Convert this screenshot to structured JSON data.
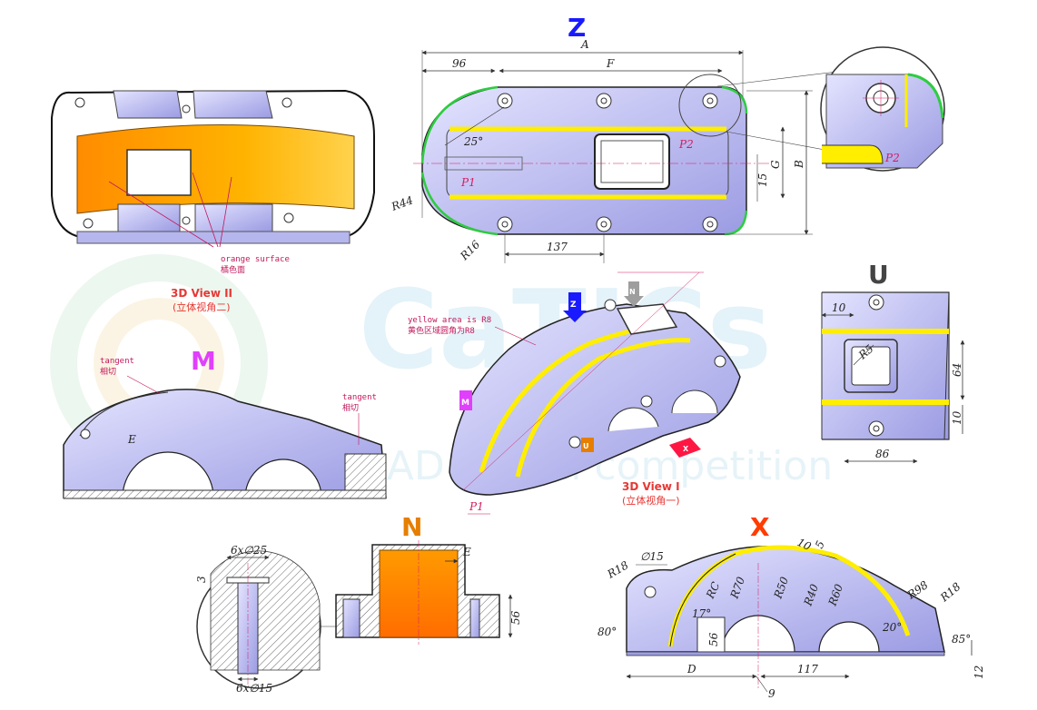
{
  "watermark": {
    "brand": "CaTICs",
    "subtitle": "CAD digital competition"
  },
  "views": {
    "z": {
      "letter": "Z",
      "color": "#1a1aff"
    },
    "u": {
      "letter": "U",
      "color": "#555555"
    },
    "m": {
      "letter": "M",
      "color": "#e040fb"
    },
    "n": {
      "letter": "N",
      "color": "#e67e00"
    },
    "x": {
      "letter": "X",
      "color": "#ff3d00"
    }
  },
  "view3d_2": {
    "title": "3D View II",
    "subtitle": "(立体视角二)",
    "note_en": "orange surface",
    "note_cn": "橘色面"
  },
  "view3d_1": {
    "title": "3D View I",
    "subtitle": "(立体视角一)",
    "note_en": "yellow area is R8",
    "note_cn": "黄色区域圆角为R8",
    "label_p1": "P1",
    "arrow_labels": [
      "Z",
      "N",
      "M",
      "U",
      "X"
    ]
  },
  "z_view": {
    "dims": {
      "a": "A",
      "d96": "96",
      "f": "F",
      "ang25": "25°",
      "p1": "P1",
      "p2": "P2",
      "r44": "R44",
      "r16": "R16",
      "d137": "137",
      "d15": "15",
      "g": "G",
      "b": "B"
    },
    "detail": {
      "p2": "P2"
    }
  },
  "u_view": {
    "dims": {
      "d10a": "10",
      "r5": "R5",
      "d64": "64",
      "d10b": "10",
      "d86": "86"
    }
  },
  "m_view": {
    "tangent_en_1": "tangent",
    "tangent_cn_1": "相切",
    "tangent_en_2": "tangent",
    "tangent_cn_2": "相切",
    "e": "E"
  },
  "n_view": {
    "holes_top": "6x∅25",
    "holes_bot": "6x∅15",
    "d3": "3",
    "e": "E",
    "d56": "56"
  },
  "x_view": {
    "dims": {
      "phi15": "∅15",
      "r18a": "R18",
      "rc": "RC",
      "r70": "R70",
      "r50": "R50",
      "r40": "R40",
      "r60": "R60",
      "d10": "10",
      "d5": "5",
      "r98": "R98",
      "r18b": "R18",
      "ang17": "17°",
      "ang20": "20°",
      "ang80": "80°",
      "ang85": "85°",
      "d56": "56",
      "d": "D",
      "d117": "117",
      "d9": "9",
      "d12": "12"
    }
  },
  "colors": {
    "body": "#c9c9f5",
    "body_dark": "#9f9fe6",
    "orange": "#ff9800",
    "yellow": "#ffee00",
    "green": "#2ecc40",
    "dimline": "#d81b60"
  }
}
